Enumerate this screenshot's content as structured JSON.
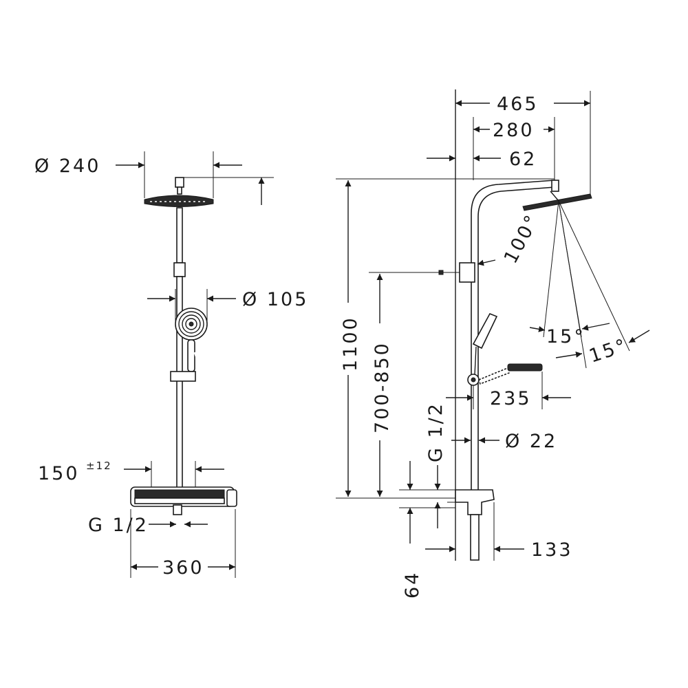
{
  "dimensions": {
    "head_diameter": "Ø 240",
    "hand_shower_diameter": "Ø 105",
    "distance_150": "150",
    "distance_150_tolerance": "±12",
    "connection_front": "G 1/2",
    "width_360": "360",
    "width_465": "465",
    "width_280": "280",
    "offset_62": "62",
    "angle_100": "100°",
    "angle_15_a": "15°",
    "angle_15_b": "15°",
    "height_1100": "1100",
    "height_700_850": "700-850",
    "depth_235": "235",
    "connection_side": "G 1/2",
    "pipe_diameter": "Ø 22",
    "depth_133": "133",
    "height_64": "64"
  },
  "colors": {
    "line": "#1a1a1a",
    "background": "#ffffff"
  }
}
